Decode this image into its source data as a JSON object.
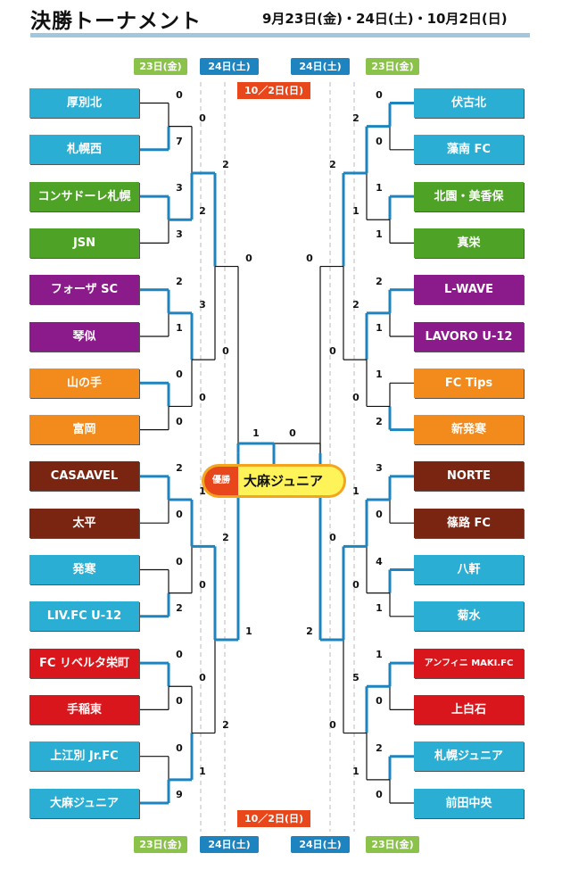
{
  "title": "決勝トーナメント",
  "dates": "9月23日(金)・24日(土)・10月2日(日)",
  "round_tags": {
    "day23": "23日(金)",
    "day24": "24日(土)",
    "final": "10／2日(日)"
  },
  "champion": {
    "label": "優勝",
    "name": "大麻ジュニア"
  },
  "teams_left": [
    {
      "name": "厚別北",
      "color": "#2aaed3"
    },
    {
      "name": "札幌西",
      "color": "#2aaed3"
    },
    {
      "name": "コンサドーレ札幌",
      "color": "#4ea326"
    },
    {
      "name": "JSN",
      "color": "#4ea326"
    },
    {
      "name": "フォーザ SC",
      "color": "#8b1a8a"
    },
    {
      "name": "琴似",
      "color": "#8b1a8a"
    },
    {
      "name": "山の手",
      "color": "#f28a1c"
    },
    {
      "name": "富岡",
      "color": "#f28a1c"
    },
    {
      "name": "CASAAVEL",
      "color": "#7a2512"
    },
    {
      "name": "太平",
      "color": "#7a2512"
    },
    {
      "name": "発寒",
      "color": "#2aaed3"
    },
    {
      "name": "LIV.FC U-12",
      "color": "#2aaed3"
    },
    {
      "name": "FC リベルタ栄町",
      "color": "#d8161b"
    },
    {
      "name": "手稲東",
      "color": "#d8161b"
    },
    {
      "name": "上江別 Jr.FC",
      "color": "#2aaed3"
    },
    {
      "name": "大麻ジュニア",
      "color": "#2aaed3"
    }
  ],
  "teams_right": [
    {
      "name": "伏古北",
      "color": "#2aaed3"
    },
    {
      "name": "藻南 FC",
      "color": "#2aaed3"
    },
    {
      "name": "北園・美香保",
      "color": "#4ea326"
    },
    {
      "name": "真栄",
      "color": "#4ea326"
    },
    {
      "name": "L-WAVE",
      "color": "#8b1a8a"
    },
    {
      "name": "LAVORO U-12",
      "color": "#8b1a8a"
    },
    {
      "name": "FC Tips",
      "color": "#f28a1c"
    },
    {
      "name": "新発寒",
      "color": "#f28a1c"
    },
    {
      "name": "NORTE",
      "color": "#7a2512"
    },
    {
      "name": "篠路 FC",
      "color": "#7a2512"
    },
    {
      "name": "八軒",
      "color": "#2aaed3"
    },
    {
      "name": "菊水",
      "color": "#2aaed3"
    },
    {
      "name": "アンフィニ MAKI.FC",
      "color": "#d8161b"
    },
    {
      "name": "上白石",
      "color": "#d8161b"
    },
    {
      "name": "札幌ジュニア",
      "color": "#2aaed3"
    },
    {
      "name": "前田中央",
      "color": "#2aaed3"
    }
  ],
  "scores_left": {
    "r1": [
      "0",
      "7",
      "3",
      "3",
      "2",
      "1",
      "0",
      "0",
      "2",
      "0",
      "0",
      "2",
      "0",
      "0",
      "0",
      "9"
    ],
    "r2": [
      "0",
      "2",
      "3",
      "0",
      "1",
      "0",
      "0",
      "1"
    ],
    "r3": [
      "2",
      "0",
      "2",
      "2"
    ],
    "r4": [
      "0",
      "1"
    ]
  },
  "scores_right": {
    "r1": [
      "0",
      "0",
      "1",
      "1",
      "2",
      "1",
      "1",
      "2",
      "3",
      "0",
      "4",
      "1",
      "1",
      "0",
      "2",
      "0"
    ],
    "r2": [
      "2",
      "1",
      "2",
      "0",
      "1",
      "0",
      "5",
      "1"
    ],
    "r3": [
      "2",
      "0",
      "0",
      "0"
    ],
    "r4": [
      "0",
      "2"
    ]
  },
  "final_scores": [
    "1",
    "0"
  ]
}
